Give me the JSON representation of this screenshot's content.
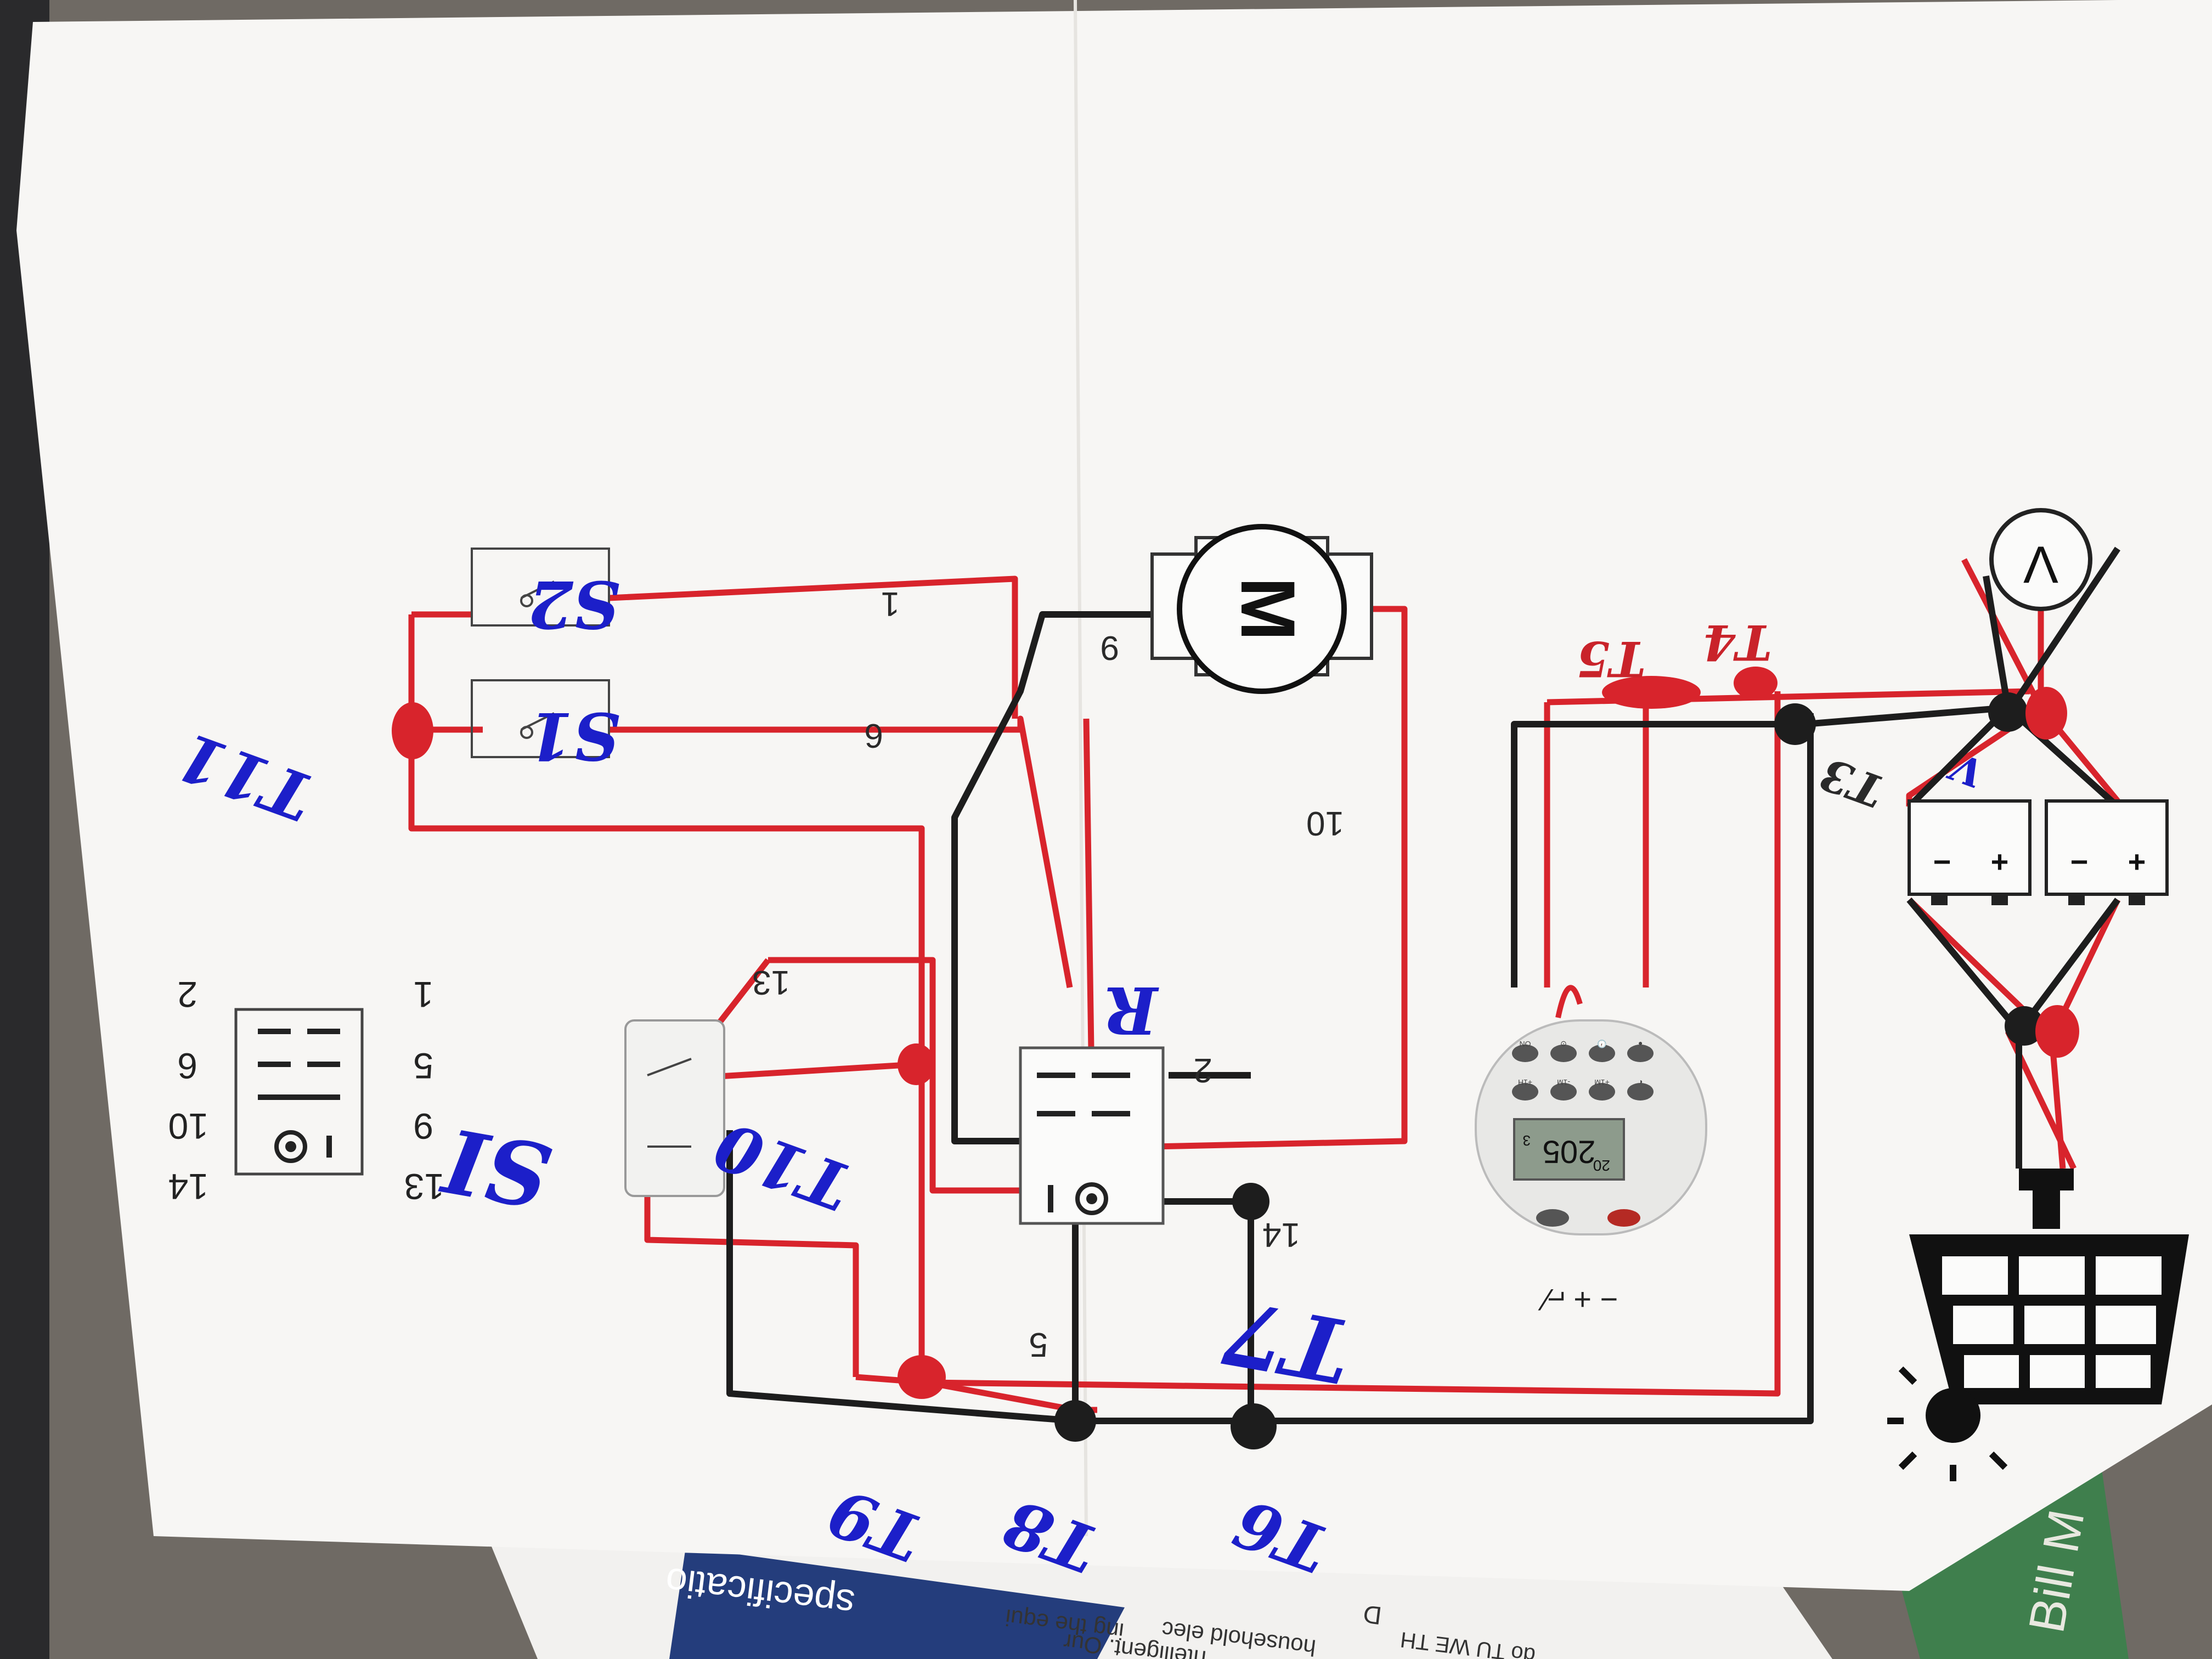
{
  "components": {
    "motor": {
      "symbol": "M"
    },
    "voltmeter": {
      "symbol": "V"
    },
    "relay_terminals": [
      "1",
      "2",
      "5",
      "6",
      "9",
      "10",
      "13",
      "14"
    ],
    "relay_legend_rows": [
      [
        "2",
        "6",
        "10",
        "14"
      ],
      [
        "1",
        "5",
        "9",
        "13"
      ]
    ],
    "timer": {
      "display_value": "205",
      "display_small": "20",
      "display_mark": "3",
      "polarity_labels": "− + ⌐∕",
      "button_labels": [
        "ON",
        "⊙",
        "🕐",
        "●",
        "+1H",
        "-1M",
        "+1M",
        "◐"
      ]
    },
    "battery_terminals": [
      "−",
      "+",
      "−",
      "+"
    ]
  },
  "wire_numbers": {
    "w1": "1",
    "w6": "6",
    "w9": "9",
    "w10": "10",
    "w13": "13",
    "w2": "2",
    "w14": "14",
    "w5": "5"
  },
  "handwritten_labels": {
    "t11": "T11",
    "s1": "S1",
    "s2": "S2",
    "t10": "T10",
    "s_relay": "SI",
    "r": "R",
    "t7": "T7",
    "t9": "T9",
    "t8": "T8",
    "t6": "T6",
    "t5": "T5",
    "t4": "T4",
    "t3": "T3",
    "v": "V"
  },
  "background_paper": {
    "text_lines": [
      "specificatio",
      "ing the equi",
      "household elec",
      "ntelligent. Our",
      "D",
      "do TU WE TH",
      "Bill M"
    ]
  },
  "colors": {
    "red_wire": "#d8242c",
    "black_wire": "#1d1d1d",
    "ink_blue": "#1c1fc9",
    "paper": "#f7f6f4"
  }
}
